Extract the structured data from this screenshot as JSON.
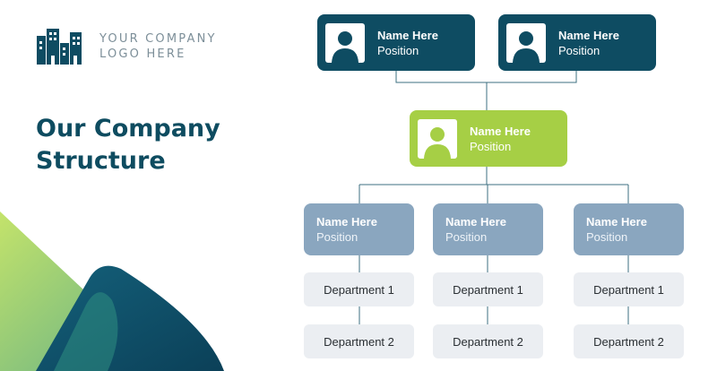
{
  "logo": {
    "line1": "YOUR COMPANY",
    "line2": "LOGO HERE",
    "icon": "buildings-icon",
    "color": "#0e4c62"
  },
  "title": {
    "line1": "Our Company",
    "line2": "Structure"
  },
  "colors": {
    "dark": "#0e4c62",
    "green": "#a6cf45",
    "blue": "#8aa6bf",
    "dept": "#ebeef2"
  },
  "top": [
    {
      "name": "Name Here",
      "position": "Position"
    },
    {
      "name": "Name Here",
      "position": "Position"
    }
  ],
  "middle": {
    "name": "Name Here",
    "position": "Position"
  },
  "managers": [
    {
      "name": "Name Here",
      "position": "Position",
      "dept1": "Department 1",
      "dept2": "Department 2"
    },
    {
      "name": "Name Here",
      "position": "Position",
      "dept1": "Department 1",
      "dept2": "Department 2"
    },
    {
      "name": "Name Here",
      "position": "Position",
      "dept1": "Department 1",
      "dept2": "Department 2"
    }
  ]
}
